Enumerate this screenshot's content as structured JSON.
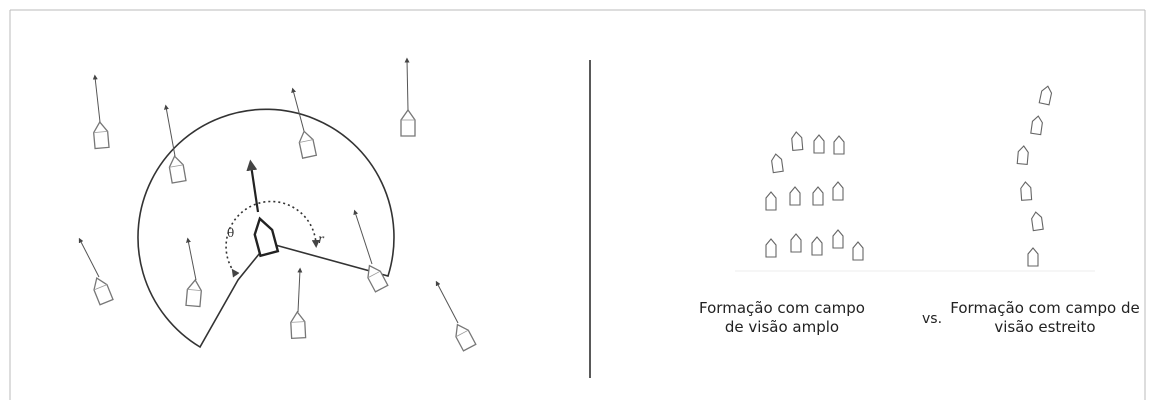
{
  "left_diagram": {
    "labels": {
      "theta": "θ",
      "r": "r"
    },
    "icons": {
      "boat": "boat-icon",
      "heading": "arrow-icon"
    }
  },
  "right_diagram": {
    "caption_wide": "Formação com campo de visão amplo",
    "caption_vs": "vs.",
    "caption_narrow": "Formação com campo de visão estreito",
    "icons": {
      "boat": "boat-icon"
    }
  }
}
